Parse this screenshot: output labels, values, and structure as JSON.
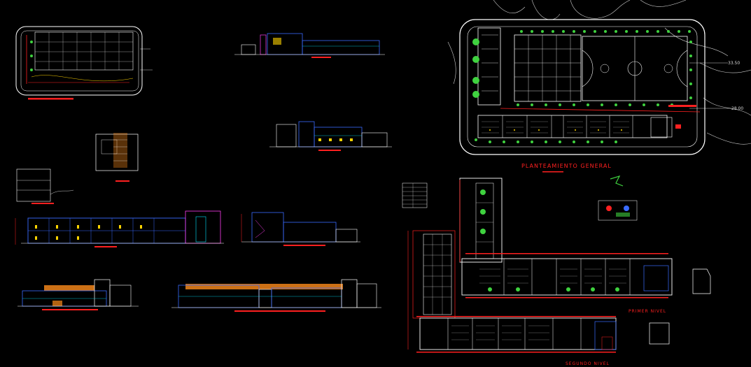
{
  "labels": {
    "site_plan_title": "PLANTEAMIENTO GENERAL",
    "first_floor": "PRIMER NIVEL",
    "second_floor": "SEGUNDO NIVEL",
    "level_a": "33.50",
    "level_b": "28.00"
  },
  "colors": {
    "background": "#000000",
    "lines": "#ffffff",
    "accent_red": "#ff2020",
    "accent_blue": "#3a6bff",
    "accent_cyan": "#00e5ff",
    "accent_green": "#3fd23f",
    "accent_yellow": "#ffd400",
    "accent_magenta": "#ff3df2"
  }
}
